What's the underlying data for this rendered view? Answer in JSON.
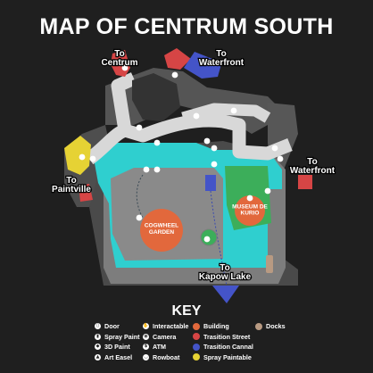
{
  "title": "MAP OF CENTRUM SOUTH",
  "destinations": {
    "centrum": "To Centrum",
    "waterfront_north": "To Waterfront",
    "waterfront_east": "To Waterfront",
    "paintville": "To Paintville",
    "kapow_lake": "To Kapow Lake"
  },
  "buildings": {
    "cogwheel_garden": "COGWHEEL GARDEN",
    "museum": "MUSEUM DE KURIO"
  },
  "key": {
    "title": "KEY",
    "items": [
      {
        "label": "Door",
        "icon": "door-icon",
        "glyph": "▯"
      },
      {
        "label": "Spray Paint",
        "icon": "spray-paint-icon",
        "glyph": "▮"
      },
      {
        "label": "3D Paint",
        "icon": "3d-paint-icon",
        "glyph": "◆"
      },
      {
        "label": "Art Easel",
        "icon": "art-easel-icon",
        "glyph": "▲"
      },
      {
        "label": "Interactable",
        "icon": "interactable-icon",
        "glyph": "✋"
      },
      {
        "label": "Camera",
        "icon": "camera-icon",
        "glyph": "◉"
      },
      {
        "label": "ATM",
        "icon": "atm-icon",
        "glyph": "$"
      },
      {
        "label": "Rowboat",
        "icon": "rowboat-icon",
        "glyph": "◡"
      },
      {
        "label": "Building",
        "color": "#e2683c"
      },
      {
        "label": "Trasition Street",
        "color": "#d64545"
      },
      {
        "label": "Trasition Cannal",
        "color": "#4454c8"
      },
      {
        "label": "Spray Paintable",
        "color": "#e6d234"
      },
      {
        "label": "Docks",
        "color": "#b89a82"
      }
    ]
  },
  "colors": {
    "background": "#1f1f1f",
    "ground": "#7d7d7d",
    "street": "#d8d8d8",
    "canal": "#2fcfcf",
    "building": "#e2683c",
    "transition_street": "#d64545",
    "transition_canal": "#4454c8",
    "spray_paintable": "#e6d234",
    "docks": "#b89a82",
    "garden": "#3cae5a"
  }
}
